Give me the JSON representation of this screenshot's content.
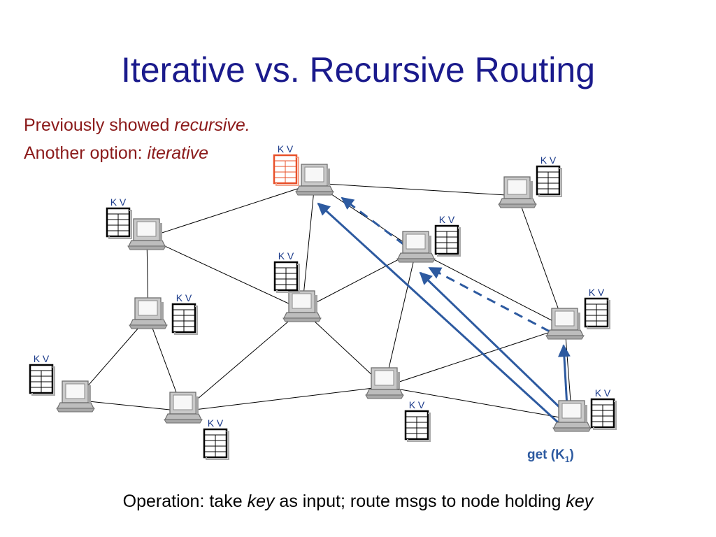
{
  "title": "Iterative vs. Recursive Routing",
  "subtitle": {
    "line1": {
      "text": "Previously showed ",
      "emphasis": "recursive."
    },
    "line2": {
      "text": "Another option: ",
      "emphasis": "iterative"
    }
  },
  "footer": {
    "t1": "Operation: take ",
    "e1": "key",
    "t2": " as input; route msgs to node holding ",
    "e2": "key"
  },
  "get_label": {
    "prefix": "get (K",
    "sub": "1",
    "suffix": ")"
  },
  "table_header": "K  V",
  "colors": {
    "title": "#1a1a8c",
    "subtitle": "#8b1a1a",
    "arrow": "#2d5aa0",
    "highlight_table": "#e8502a",
    "line": "#000000"
  },
  "icons": {
    "node": "desktop-computer-icon",
    "table": "key-value-table-icon"
  }
}
